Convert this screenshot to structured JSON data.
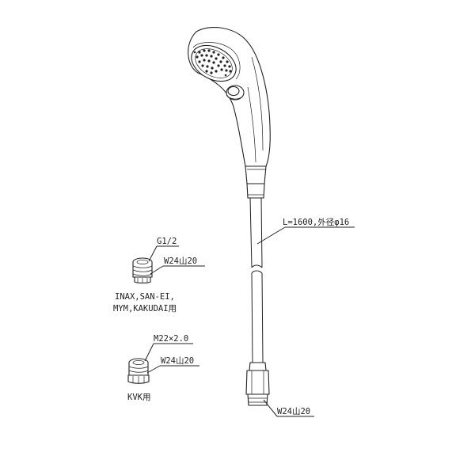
{
  "labels": {
    "hose_spec": "L=1600,外径φ16",
    "hose_end_thread": "W24山20",
    "adapter1_top": "G1/2",
    "adapter1_side": "W24山20",
    "adapter1_brand_line1": "INAX,SAN-EI,",
    "adapter1_brand_line2": "MYM,KAKUDAI用",
    "adapter2_top": "M22×2.0",
    "adapter2_side": "W24山20",
    "adapter2_brand": "KVK用"
  },
  "colors": {
    "line": "#222222",
    "background": "#ffffff"
  }
}
